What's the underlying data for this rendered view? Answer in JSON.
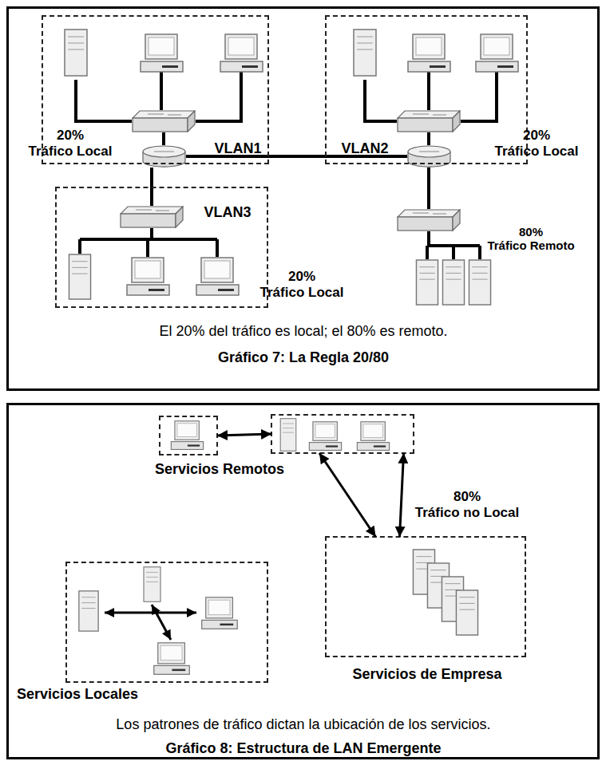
{
  "diagram": {
    "nodes": [
      {
        "text": [
          "El 20% del tráfico es local; el 80% es remoto.",
          "Gráfico 7: La Regla 20/80"
        ]
      },
      {
        "text": [
          "20% Tráfico Local",
          "VLAN1"
        ],
        "in": 0
      },
      {
        "text": [
          "VLAN2",
          "20% Tráfico Local"
        ],
        "in": 0
      },
      {
        "text": [
          "VLAN3",
          "20% Tráfico Local"
        ],
        "in": 0
      },
      {
        "text": [
          "Los patrones de tráfico dictan la ubicación de los servicios.",
          "Gráfico 8: Estructura de LAN Emergente"
        ]
      },
      {
        "text": [
          "Servicios Remotos"
        ],
        "in": 4
      },
      {
        "text": [],
        "in": 4
      },
      {
        "text": [
          "Servicios Locales"
        ],
        "in": 4
      },
      {
        "text": [
          "Servicios de Empresa"
        ],
        "in": 4
      }
    ],
    "edges": [
      {
        "from": 5,
        "to": 6,
        "arrow": "both"
      },
      {
        "from": 6,
        "to": 8,
        "arrow": "both"
      },
      {
        "from": 6,
        "to": 8,
        "label": "80% Tráfico no Local",
        "arrow": "both"
      }
    ],
    "labels": [
      "80% Tráfico Remoto"
    ]
  }
}
